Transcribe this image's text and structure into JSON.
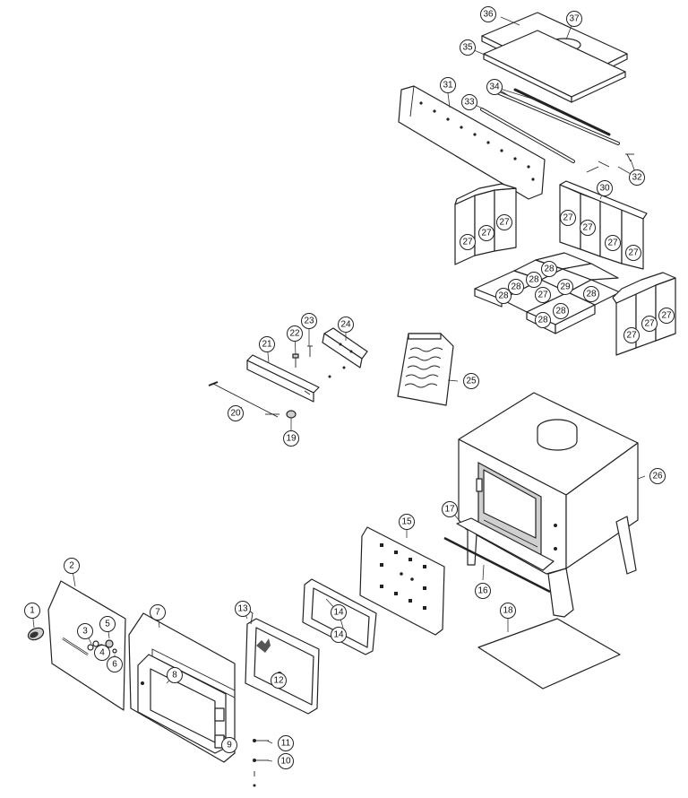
{
  "diagram": {
    "callouts": [
      {
        "id": "1",
        "label": "1"
      },
      {
        "id": "2",
        "label": "2"
      },
      {
        "id": "3",
        "label": "3"
      },
      {
        "id": "4",
        "label": "4"
      },
      {
        "id": "5",
        "label": "5"
      },
      {
        "id": "6",
        "label": "6"
      },
      {
        "id": "7",
        "label": "7"
      },
      {
        "id": "8",
        "label": "8"
      },
      {
        "id": "9",
        "label": "9"
      },
      {
        "id": "10",
        "label": "10"
      },
      {
        "id": "11",
        "label": "11"
      },
      {
        "id": "12",
        "label": "12"
      },
      {
        "id": "13",
        "label": "13"
      },
      {
        "id": "14a",
        "label": "14"
      },
      {
        "id": "14b",
        "label": "14"
      },
      {
        "id": "15",
        "label": "15"
      },
      {
        "id": "16",
        "label": "16"
      },
      {
        "id": "17",
        "label": "17"
      },
      {
        "id": "18",
        "label": "18"
      },
      {
        "id": "19",
        "label": "19"
      },
      {
        "id": "20",
        "label": "20"
      },
      {
        "id": "21",
        "label": "21"
      },
      {
        "id": "22",
        "label": "22"
      },
      {
        "id": "23",
        "label": "23"
      },
      {
        "id": "24",
        "label": "24"
      },
      {
        "id": "25",
        "label": "25"
      },
      {
        "id": "26",
        "label": "26"
      },
      {
        "id": "27a",
        "label": "27"
      },
      {
        "id": "27b",
        "label": "27"
      },
      {
        "id": "27c",
        "label": "27"
      },
      {
        "id": "27d",
        "label": "27"
      },
      {
        "id": "27e",
        "label": "27"
      },
      {
        "id": "27f",
        "label": "27"
      },
      {
        "id": "27g",
        "label": "27"
      },
      {
        "id": "27h",
        "label": "27"
      },
      {
        "id": "27i",
        "label": "27"
      },
      {
        "id": "27j",
        "label": "27"
      },
      {
        "id": "27k",
        "label": "27"
      },
      {
        "id": "28a",
        "label": "28"
      },
      {
        "id": "28b",
        "label": "28"
      },
      {
        "id": "28c",
        "label": "28"
      },
      {
        "id": "28d",
        "label": "28"
      },
      {
        "id": "28e",
        "label": "28"
      },
      {
        "id": "28f",
        "label": "28"
      },
      {
        "id": "28g",
        "label": "28"
      },
      {
        "id": "29",
        "label": "29"
      },
      {
        "id": "30",
        "label": "30"
      },
      {
        "id": "31",
        "label": "31"
      },
      {
        "id": "32",
        "label": "32"
      },
      {
        "id": "33",
        "label": "33"
      },
      {
        "id": "34",
        "label": "34"
      },
      {
        "id": "35",
        "label": "35"
      },
      {
        "id": "36",
        "label": "36"
      },
      {
        "id": "37",
        "label": "37"
      }
    ]
  }
}
